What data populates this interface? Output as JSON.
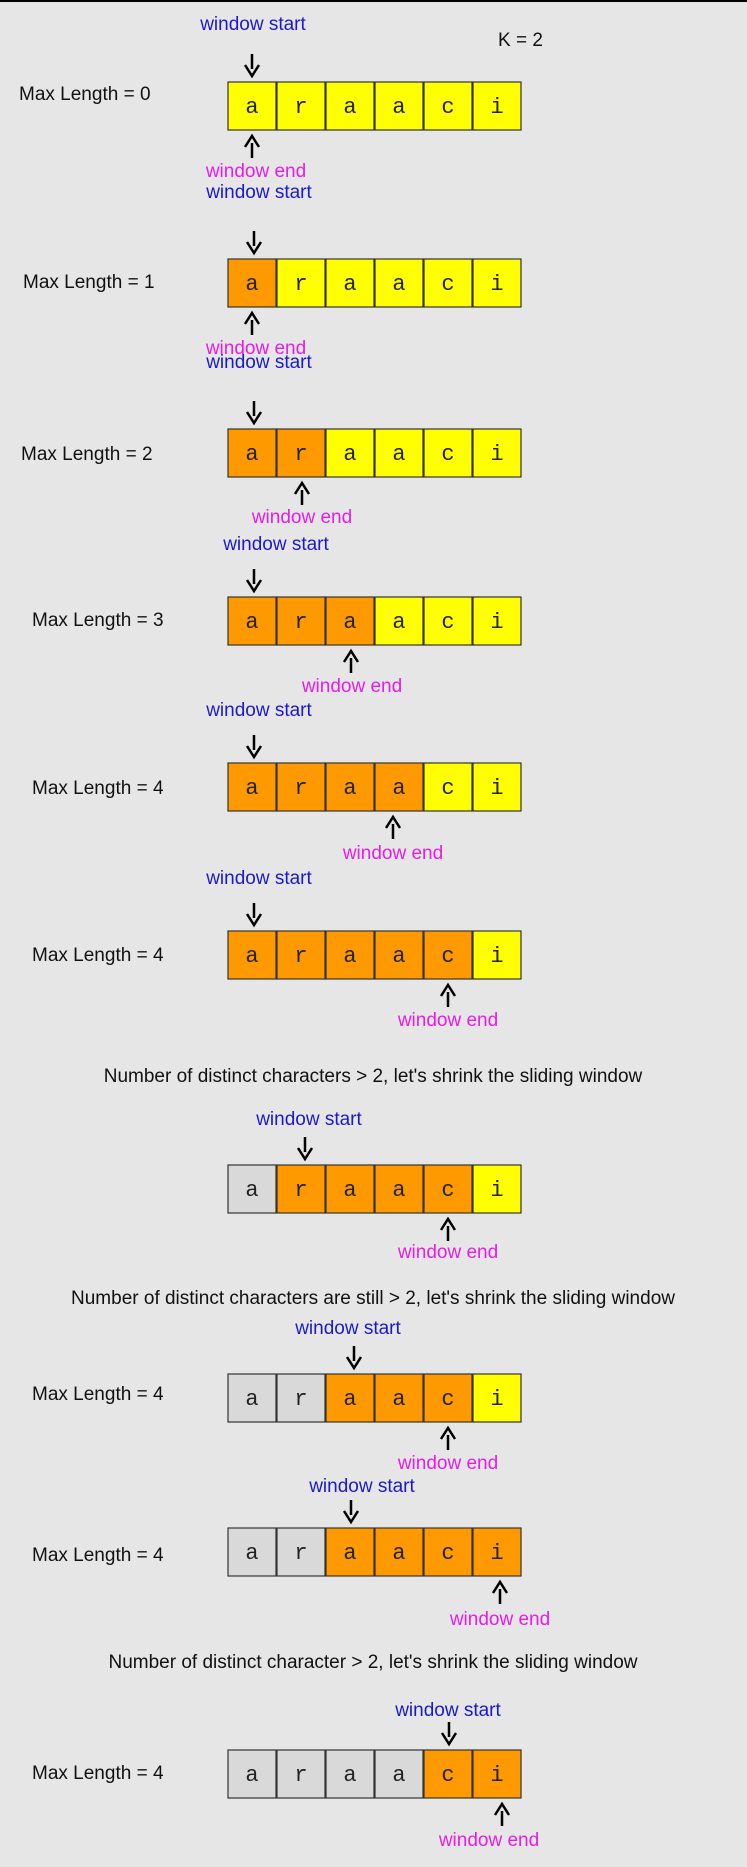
{
  "params": {
    "k_label": "K = 2"
  },
  "labels": {
    "window_start": "window start",
    "window_end": "window end"
  },
  "colors": {
    "background": "#e6e6e6",
    "in_window": "#ff9900",
    "unvisited": "#ffff00",
    "removed": "#d9d9d9",
    "window_start_text": "#1a1acc",
    "window_end_text": "#e51ee5",
    "text": "#111111",
    "cell_border": "#333333"
  },
  "input": {
    "chars": [
      "a",
      "r",
      "a",
      "a",
      "c",
      "i"
    ]
  },
  "steps": [
    {
      "max_length": "Max Length = 0",
      "states": [
        "unvisited",
        "unvisited",
        "unvisited",
        "unvisited",
        "unvisited",
        "unvisited"
      ],
      "window_start_index": 0,
      "window_end_index": 0
    },
    {
      "max_length": "Max Length = 1",
      "states": [
        "in_window",
        "unvisited",
        "unvisited",
        "unvisited",
        "unvisited",
        "unvisited"
      ],
      "window_start_index": 0,
      "window_end_index": 0
    },
    {
      "max_length": "Max Length = 2",
      "states": [
        "in_window",
        "in_window",
        "unvisited",
        "unvisited",
        "unvisited",
        "unvisited"
      ],
      "window_start_index": 0,
      "window_end_index": 1
    },
    {
      "max_length": "Max Length = 3",
      "states": [
        "in_window",
        "in_window",
        "in_window",
        "unvisited",
        "unvisited",
        "unvisited"
      ],
      "window_start_index": 0,
      "window_end_index": 2
    },
    {
      "max_length": "Max Length = 4",
      "states": [
        "in_window",
        "in_window",
        "in_window",
        "in_window",
        "unvisited",
        "unvisited"
      ],
      "window_start_index": 0,
      "window_end_index": 3
    },
    {
      "max_length": "Max Length = 4",
      "states": [
        "in_window",
        "in_window",
        "in_window",
        "in_window",
        "in_window",
        "unvisited"
      ],
      "window_start_index": 0,
      "window_end_index": 4
    },
    {
      "note": "Number of distinct characters > 2, let's shrink the sliding window"
    },
    {
      "max_length": "",
      "states": [
        "removed",
        "in_window",
        "in_window",
        "in_window",
        "in_window",
        "unvisited"
      ],
      "window_start_index": 1,
      "window_end_index": 4
    },
    {
      "note": "Number of distinct characters are still > 2, let's shrink the sliding window"
    },
    {
      "max_length": "Max Length = 4",
      "states": [
        "removed",
        "removed",
        "in_window",
        "in_window",
        "in_window",
        "unvisited"
      ],
      "window_start_index": 2,
      "window_end_index": 4
    },
    {
      "max_length": "Max Length = 4",
      "states": [
        "removed",
        "removed",
        "in_window",
        "in_window",
        "in_window",
        "in_window"
      ],
      "window_start_index": 2,
      "window_end_index": 5
    },
    {
      "note": "Number of distinct character > 2, let's shrink the sliding window"
    },
    {
      "max_length": "Max Length = 4",
      "states": [
        "removed",
        "removed",
        "removed",
        "removed",
        "in_window",
        "in_window"
      ],
      "window_start_index": 4,
      "window_end_index": 5
    }
  ]
}
